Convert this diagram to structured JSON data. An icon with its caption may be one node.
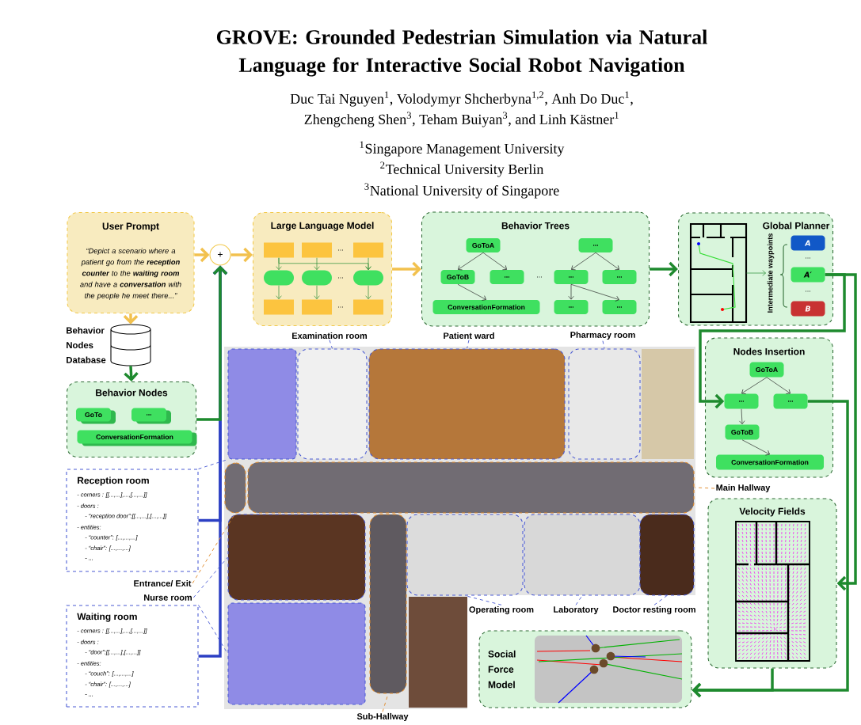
{
  "diagram": {
    "title": "GROVE: Grounded Pedestrian Simulation via Natural Language for Interactive Social Robot Navigation",
    "nodes": [
      {
        "text": [
          "User Prompt",
          "“Depict a scenario where a patient go from the **reception counter** to the **waiting room** and have a **conversation** with the people he meet there...”"
        ]
      },
      {
        "text": [
          "+"
        ]
      },
      {
        "text": [],
        "shape": "cylinder",
        "beside": [
          "Behavior Nodes Database"
        ]
      },
      {
        "text": [
          "Behavior Nodes"
        ]
      },
      {
        "text": [
          "GoTo"
        ],
        "in": 3
      },
      {
        "text": [
          "..."
        ],
        "in": 3
      },
      {
        "text": [
          "ConversationFormation"
        ],
        "in": 3
      },
      {
        "text": [
          "Large Language Model"
        ]
      },
      {
        "text": [],
        "shape": "box",
        "in": 7
      },
      {
        "text": [],
        "shape": "box",
        "in": 7
      },
      {
        "text": [],
        "shape": "box",
        "in": 7
      },
      {
        "text": [],
        "shape": "oval",
        "in": 7
      },
      {
        "text": [],
        "shape": "oval",
        "in": 7
      },
      {
        "text": [],
        "shape": "oval",
        "in": 7
      },
      {
        "text": [],
        "shape": "box",
        "in": 7
      },
      {
        "text": [],
        "shape": "box",
        "in": 7
      },
      {
        "text": [],
        "shape": "box",
        "in": 7
      },
      {
        "text": [
          "Behavior Trees"
        ]
      },
      {
        "text": [
          "GoToA"
        ],
        "in": 17
      },
      {
        "text": [
          "GoToB"
        ],
        "in": 17
      },
      {
        "text": [
          "..."
        ],
        "in": 17
      },
      {
        "text": [
          "ConversationFormation"
        ],
        "in": 17
      },
      {
        "text": [
          "..."
        ],
        "in": 17
      },
      {
        "text": [
          "..."
        ],
        "in": 17
      },
      {
        "text": [
          "..."
        ],
        "in": 17
      },
      {
        "text": [
          "..."
        ],
        "in": 17
      },
      {
        "text": [
          "..."
        ],
        "in": 17
      },
      {
        "text": [
          "Global Planner"
        ]
      },
      {
        "text": [],
        "shape": "picture",
        "in": 27
      },
      {
        "text": [
          "A"
        ],
        "in": 27
      },
      {
        "text": [
          "A′"
        ],
        "in": 27
      },
      {
        "text": [
          "B"
        ],
        "in": 27
      },
      {
        "text": [
          "Intermediate waypoints"
        ],
        "in": 27
      },
      {
        "text": [
          "Nodes Insertion"
        ]
      },
      {
        "text": [
          "GoToA"
        ],
        "in": 33
      },
      {
        "text": [
          "..."
        ],
        "in": 33
      },
      {
        "text": [
          "..."
        ],
        "in": 33
      },
      {
        "text": [
          "GoToB"
        ],
        "in": 33
      },
      {
        "text": [
          "ConversationFormation"
        ],
        "in": 33
      },
      {
        "text": [],
        "shape": "picture"
      },
      {
        "text": [],
        "shape": "box",
        "in": 39
      },
      {
        "text": [],
        "shape": "box",
        "in": 39
      },
      {
        "text": [],
        "shape": "box",
        "in": 39
      },
      {
        "text": [],
        "shape": "box",
        "in": 39
      },
      {
        "text": [],
        "shape": "box",
        "in": 39
      },
      {
        "text": [],
        "shape": "box",
        "in": 39
      },
      {
        "text": [],
        "shape": "box",
        "in": 39
      },
      {
        "text": [],
        "shape": "box",
        "in": 39
      },
      {
        "text": [],
        "shape": "box",
        "in": 39
      },
      {
        "text": [],
        "shape": "box",
        "in": 39
      },
      {
        "text": [],
        "shape": "box",
        "in": 39
      },
      {
        "text": [],
        "shape": "box",
        "in": 39
      },
      {
        "text": [
          "Examination room"
        ]
      },
      {
        "text": [
          "Patient ward"
        ]
      },
      {
        "text": [
          "Pharmacy room"
        ]
      },
      {
        "text": [
          "Reception room",
          "- corners : [[...,...],...,[...,...]]",
          "- doors :",
          "- “reception door”:[[...,...],[...,...]]",
          "- entities:",
          "- “counter”: [...,...,...]",
          "- “chair”: [...,...,...]",
          "- ..."
        ]
      },
      {
        "text": [
          "Main Hallway"
        ]
      },
      {
        "text": [
          "Entrance/ Exit"
        ]
      },
      {
        "text": [
          "Nurse room"
        ]
      },
      {
        "text": [
          "Waiting room",
          "- corners : [[...,...],...,[...,...]]",
          "- doors :",
          "- “door”:[[...,...],[...,...]]",
          "- entities:",
          "- “couch”: [...,...,...]",
          "- “chair”: [...,...,...]",
          "- ..."
        ]
      },
      {
        "text": [
          "Operating room"
        ]
      },
      {
        "text": [
          "Laboratory"
        ]
      },
      {
        "text": [
          "Doctor resting room"
        ]
      },
      {
        "text": [
          "Sub-Hallway"
        ]
      },
      {
        "text": [
          "Velocity Fields"
        ]
      },
      {
        "text": [],
        "shape": "picture",
        "in": 64
      },
      {
        "text": [
          "Social Force Model"
        ]
      },
      {
        "text": [],
        "shape": "picture",
        "in": 66
      }
    ],
    "edges": [
      {
        "from": 0,
        "to": 1,
        "arrow": "to",
        "style": "thick",
        "color": "#f2c14e"
      },
      {
        "from": 1,
        "to": 7,
        "arrow": "to",
        "style": "thick",
        "color": "#f2c14e"
      },
      {
        "from": 0,
        "to": 2,
        "arrow": "to",
        "style": "thick",
        "color": "#f2c14e"
      },
      {
        "from": 2,
        "to": 3,
        "arrow": "to",
        "style": "thick"
      },
      {
        "from": 3,
        "to": 1,
        "arrow": "to",
        "style": "thick"
      },
      {
        "from": 55,
        "to": 1,
        "arrow": "to",
        "style": "thick",
        "color": "#2c3fc4"
      },
      {
        "from": 59,
        "to": 1,
        "arrow": "to",
        "style": "thick",
        "color": "#2c3fc4"
      },
      {
        "from": 8,
        "to": 11,
        "arrow": "to"
      },
      {
        "from": 9,
        "to": 12,
        "arrow": "to"
      },
      {
        "from": 10,
        "to": 13,
        "arrow": "to"
      },
      {
        "from": 8,
        "to": 13,
        "arrow": "to"
      },
      {
        "from": 11,
        "to": 14,
        "arrow": "to"
      },
      {
        "from": 12,
        "to": 15,
        "arrow": "to"
      },
      {
        "from": 13,
        "to": 16,
        "arrow": "to"
      },
      {
        "from": 7,
        "to": 17,
        "arrow": "to",
        "style": "thick",
        "color": "#f2c14e"
      },
      {
        "from": 17,
        "to": 27,
        "arrow": "to",
        "style": "thick"
      },
      {
        "from": 18,
        "to": 19,
        "arrow": "to",
        "color": "#222222"
      },
      {
        "from": 18,
        "to": 20,
        "arrow": "to",
        "color": "#222222"
      },
      {
        "from": 19,
        "to": 21,
        "arrow": "to",
        "color": "#222222"
      },
      {
        "from": 22,
        "to": 23,
        "arrow": "to",
        "color": "#222222"
      },
      {
        "from": 22,
        "to": 24,
        "arrow": "to",
        "color": "#222222"
      },
      {
        "from": 23,
        "to": 25,
        "arrow": "to",
        "color": "#222222"
      },
      {
        "from": 23,
        "to": 26,
        "arrow": "to",
        "color": "#222222"
      },
      {
        "from": 28,
        "to": 32,
        "arrow": "to"
      },
      {
        "from": 30,
        "to": 35,
        "arrow": "to",
        "style": "thick"
      },
      {
        "from": 30,
        "to": 64,
        "arrow": "to",
        "style": "thick"
      },
      {
        "from": 34,
        "to": 35,
        "arrow": "to",
        "color": "#222222"
      },
      {
        "from": 34,
        "to": 36,
        "arrow": "to",
        "color": "#222222"
      },
      {
        "from": 35,
        "to": 37,
        "arrow": "to",
        "color": "#222222"
      },
      {
        "from": 37,
        "to": 38,
        "arrow": "to",
        "color": "#222222"
      },
      {
        "from": 36,
        "to": 66,
        "arrow": "to",
        "style": "thick"
      },
      {
        "from": 64,
        "to": 66,
        "arrow": "to",
        "style": "thick"
      },
      {
        "from": 52,
        "to": 41,
        "arrow": "none",
        "style": "dashed",
        "color": "#4a5bd4"
      },
      {
        "from": 53,
        "to": 42,
        "arrow": "none",
        "style": "dashed",
        "color": "#4a5bd4"
      },
      {
        "from": 54,
        "to": 43,
        "arrow": "none",
        "style": "dashed",
        "color": "#4a5bd4"
      },
      {
        "from": 56,
        "to": 44,
        "arrow": "none",
        "style": "dashed",
        "color": "#e08a2a"
      },
      {
        "from": 57,
        "to": 45,
        "arrow": "none",
        "style": "dashed",
        "color": "#e08a2a"
      },
      {
        "from": 58,
        "to": 46,
        "arrow": "none",
        "style": "dashed",
        "color": "#4a5bd4"
      },
      {
        "from": 60,
        "to": 48,
        "arrow": "none",
        "style": "dashed",
        "color": "#4a5bd4"
      },
      {
        "from": 61,
        "to": 49,
        "arrow": "none",
        "style": "dashed",
        "color": "#4a5bd4"
      },
      {
        "from": 62,
        "to": 50,
        "arrow": "none",
        "style": "dashed",
        "color": "#4a5bd4"
      },
      {
        "from": 63,
        "to": 47,
        "arrow": "none",
        "style": "dashed",
        "color": "#e08a2a"
      },
      {
        "from": 55,
        "to": 40,
        "arrow": "none",
        "style": "dashed",
        "color": "#4a5bd4"
      },
      {
        "from": 59,
        "to": 51,
        "arrow": "none",
        "style": "dashed",
        "color": "#4a5bd4"
      }
    ],
    "labels": [
      "Duc Tai Nguyen$^{1}$, Volodymyr Shcherbyna$^{1,2}$, Anh Do Duc$^{1}$,",
      "Zhengcheng Shen$^{3}$, Teham Buiyan$^{3}$, and Linh Kästner$^{1}$",
      "$^{1}$Singapore Management University",
      "$^{2}$Technical University Berlin",
      "$^{3}$National University of Singapore",
      "...",
      "...",
      "...",
      "...",
      "...",
      "..."
    ]
  }
}
